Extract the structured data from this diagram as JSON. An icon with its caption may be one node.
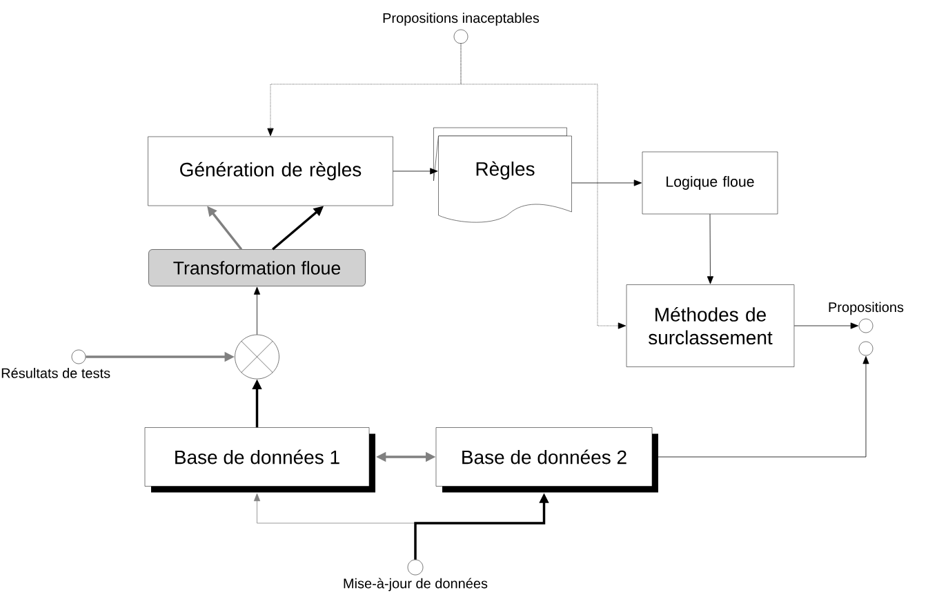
{
  "diagram": {
    "nodes": [
      {
        "text": [
          "Propositions inaceptables"
        ]
      },
      {
        "text": [
          "Génération de règles"
        ]
      },
      {
        "text": [
          "Règles"
        ]
      },
      {
        "text": [
          "Logique floue"
        ]
      },
      {
        "text": [
          "Transformation floue"
        ]
      },
      {
        "text": [
          "Méthodes de surclassement"
        ]
      },
      {
        "text": [
          "Propositions"
        ]
      },
      {
        "text": [],
        "shape": "circle"
      },
      {
        "text": [
          "Résultats de tests"
        ]
      },
      {
        "text": [],
        "shape": "circle"
      },
      {
        "text": [
          "Base de données 1"
        ]
      },
      {
        "text": [
          "Base de données 2"
        ]
      },
      {
        "text": [
          "Mise-à-jour de données"
        ]
      }
    ],
    "edges": [
      {
        "from": 0,
        "to": 1,
        "arrow": "to",
        "style": "dashed"
      },
      {
        "from": 0,
        "to": 5,
        "arrow": "to",
        "style": "dashed"
      },
      {
        "from": 1,
        "to": 2,
        "arrow": "to"
      },
      {
        "from": 2,
        "to": 3,
        "arrow": "to"
      },
      {
        "from": 3,
        "to": 5,
        "arrow": "to"
      },
      {
        "from": 5,
        "to": 6,
        "arrow": "to"
      },
      {
        "from": 4,
        "to": 1,
        "arrow": "to",
        "style": "thick",
        "color": "#808080"
      },
      {
        "from": 4,
        "to": 1,
        "arrow": "to",
        "style": "thick"
      },
      {
        "from": 7,
        "to": 4,
        "arrow": "to"
      },
      {
        "from": 8,
        "to": 7,
        "arrow": "to",
        "style": "thick",
        "color": "#808080"
      },
      {
        "from": 10,
        "to": 7,
        "arrow": "to",
        "style": "thick"
      },
      {
        "from": 10,
        "to": 11,
        "arrow": "both",
        "style": "thick",
        "color": "#808080"
      },
      {
        "from": 11,
        "to": 9,
        "arrow": "to"
      },
      {
        "from": 12,
        "to": 10,
        "arrow": "to",
        "color": "#808080"
      },
      {
        "from": 12,
        "to": 11,
        "arrow": "to",
        "style": "thick"
      }
    ]
  }
}
